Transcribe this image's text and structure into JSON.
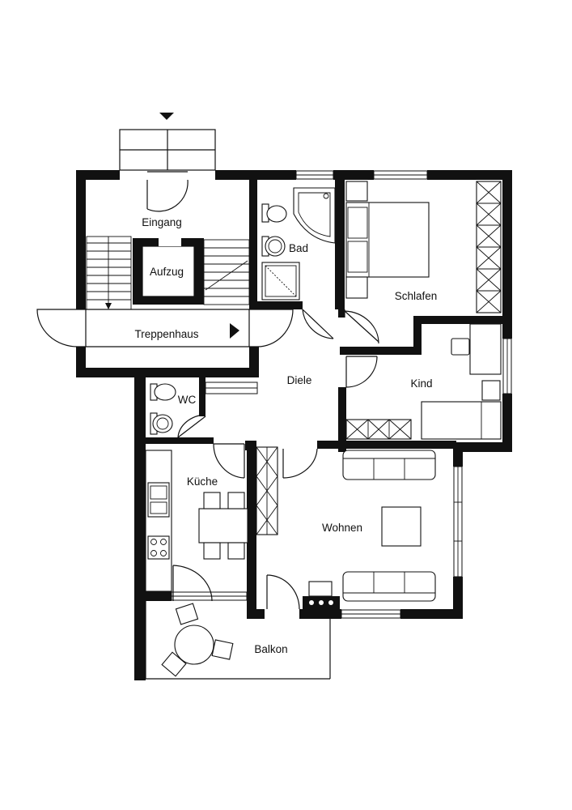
{
  "rooms": {
    "eingang": "Eingang",
    "aufzug": "Aufzug",
    "treppenhaus": "Treppenhaus",
    "bad": "Bad",
    "schlafen": "Schlafen",
    "diele": "Diele",
    "kind": "Kind",
    "wc": "WC",
    "kueche": "Küche",
    "wohnen": "Wohnen",
    "balkon": "Balkon"
  },
  "colors": {
    "wall": "#111111",
    "background": "#ffffff"
  }
}
